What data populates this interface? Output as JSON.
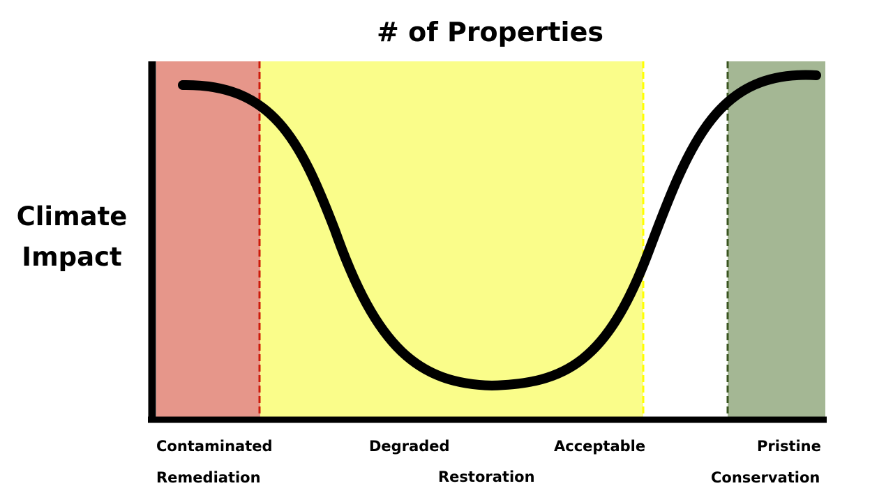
{
  "title": "# of Properties",
  "ylabel": {
    "line1": "Climate",
    "line2": "Impact"
  },
  "zones": [
    {
      "name": "Contaminated",
      "action": "Remediation",
      "color": "#e6968a",
      "divider_color": "#cc1a0a"
    },
    {
      "name": "Degraded",
      "action": "Restoration",
      "color": "#fafd8a",
      "divider_color": "#ffff00"
    },
    {
      "name": "Acceptable",
      "action": "",
      "color": "#ffffff",
      "divider_color": ""
    },
    {
      "name": "Pristine",
      "action": "Conservation",
      "color": "#a4b794",
      "divider_color": "#3a5520"
    }
  ],
  "curve_color": "#000000",
  "axis_color": "#000000"
}
